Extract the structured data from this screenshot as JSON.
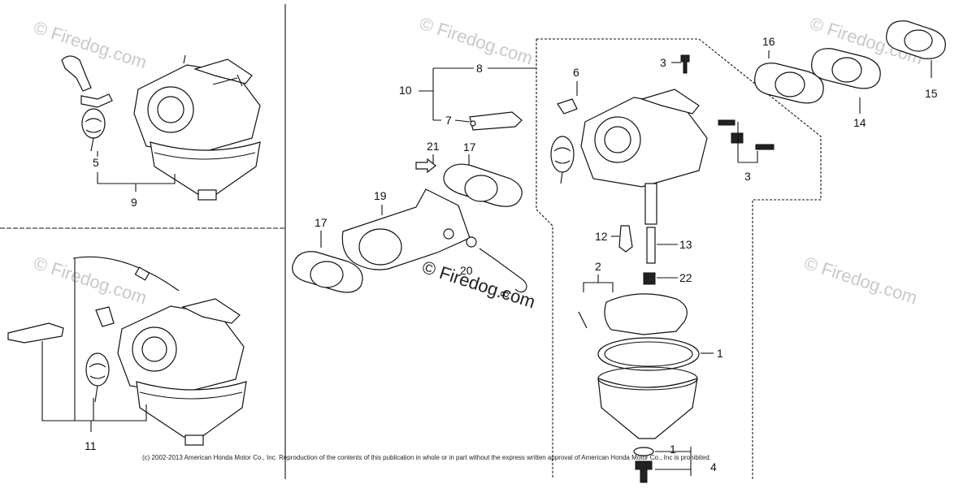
{
  "callouts": {
    "p1": "1",
    "p1b": "1",
    "p2": "2",
    "p3a": "3",
    "p3b": "3",
    "p4": "4",
    "p5": "5",
    "p6": "6",
    "p7": "7",
    "p8a": "8",
    "p8b": "8",
    "p9": "9",
    "p10": "10",
    "p11": "11",
    "p12": "12",
    "p13": "13",
    "p14": "14",
    "p15": "15",
    "p16": "16",
    "p17a": "17",
    "p17b": "17",
    "p19": "19",
    "p20": "20",
    "p21": "21",
    "p22": "22"
  },
  "watermark": {
    "text": "© Firedog.com",
    "main": "© Firedog.com"
  },
  "footer": {
    "copyright": "(c) 2002-2013 American Honda Motor Co., Inc. Reproduction of the contents of this publication in whole or in part without the express written approval of American Honda Motor Co., Inc is prohibited."
  }
}
